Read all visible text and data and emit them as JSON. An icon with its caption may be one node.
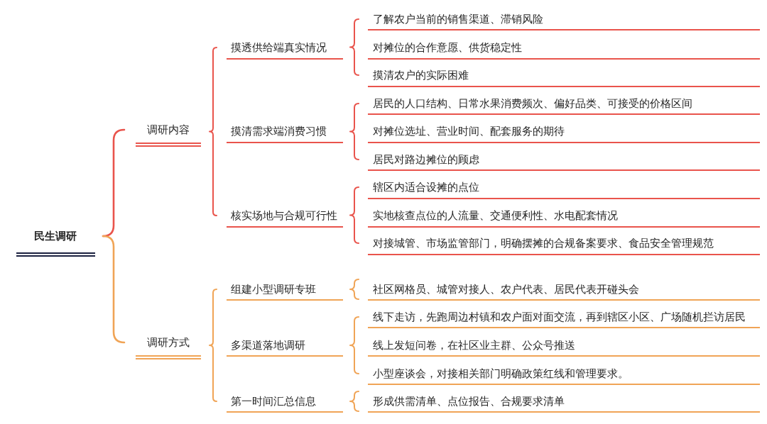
{
  "diagram": {
    "nodes": [
      {
        "text": [
          "民生调研"
        ]
      },
      {
        "text": [
          "调研内容"
        ]
      },
      {
        "text": [
          "摸透供给端真实情况"
        ]
      },
      {
        "text": [
          "了解农户当前的销售渠道、滞销风险"
        ]
      },
      {
        "text": [
          "对摊位的合作意愿、供货稳定性"
        ]
      },
      {
        "text": [
          "摸清农户的实际困难"
        ]
      },
      {
        "text": [
          "摸清需求端消费习惯"
        ]
      },
      {
        "text": [
          "居民的人口结构、日常水果消费频次、偏好品类、可接受的价格区间"
        ]
      },
      {
        "text": [
          "对摊位选址、营业时间、配套服务的期待"
        ]
      },
      {
        "text": [
          "居民对路边摊位的顾虑"
        ]
      },
      {
        "text": [
          "核实场地与合规可行性"
        ]
      },
      {
        "text": [
          "辖区内适合设摊的点位"
        ]
      },
      {
        "text": [
          "实地核查点位的人流量、交通便利性、水电配套情况"
        ]
      },
      {
        "text": [
          "对接城管、市场监管部门，明确摆摊的合规备案要求、食品安全管理规范"
        ]
      },
      {
        "text": [
          "调研方式"
        ]
      },
      {
        "text": [
          "组建小型调研专班"
        ]
      },
      {
        "text": [
          "社区网格员、城管对接人、农户代表、居民代表开碰头会"
        ]
      },
      {
        "text": [
          "多渠道落地调研"
        ]
      },
      {
        "text": [
          "线下走访，先跑周边村镇和农户面对面交流，再到辖区小区、广场随机拦访居民"
        ]
      },
      {
        "text": [
          "线上发短问卷，在社区业主群、公众号推送"
        ]
      },
      {
        "text": [
          "小型座谈会，对接相关部门明确政策红线和管理要求。"
        ]
      },
      {
        "text": [
          "第一时间汇总信息"
        ]
      },
      {
        "text": [
          "形成供需清单、点位报告、合规要求清单"
        ]
      }
    ],
    "edges": [
      {
        "from": 0,
        "to": 1,
        "arrow": "none"
      },
      {
        "from": 0,
        "to": 14,
        "arrow": "none",
        "color": "#f0a456"
      },
      {
        "from": 1,
        "to": 2,
        "arrow": "none"
      },
      {
        "from": 1,
        "to": 6,
        "arrow": "none"
      },
      {
        "from": 1,
        "to": 10,
        "arrow": "none"
      },
      {
        "from": 2,
        "to": 3,
        "arrow": "none"
      },
      {
        "from": 2,
        "to": 4,
        "arrow": "none"
      },
      {
        "from": 2,
        "to": 5,
        "arrow": "none"
      },
      {
        "from": 6,
        "to": 7,
        "arrow": "none"
      },
      {
        "from": 6,
        "to": 8,
        "arrow": "none"
      },
      {
        "from": 6,
        "to": 9,
        "arrow": "none"
      },
      {
        "from": 10,
        "to": 11,
        "arrow": "none"
      },
      {
        "from": 10,
        "to": 12,
        "arrow": "none"
      },
      {
        "from": 10,
        "to": 13,
        "arrow": "none"
      },
      {
        "from": 14,
        "to": 15,
        "arrow": "none",
        "color": "#f0a456"
      },
      {
        "from": 14,
        "to": 17,
        "arrow": "none",
        "color": "#f0a456"
      },
      {
        "from": 14,
        "to": 21,
        "arrow": "none",
        "color": "#f0a456"
      },
      {
        "from": 15,
        "to": 16,
        "arrow": "none",
        "color": "#f0a456"
      },
      {
        "from": 17,
        "to": 18,
        "arrow": "none",
        "color": "#f0a456"
      },
      {
        "from": 17,
        "to": 19,
        "arrow": "none",
        "color": "#f0a456"
      },
      {
        "from": 17,
        "to": 20,
        "arrow": "none",
        "color": "#f0a456"
      },
      {
        "from": 21,
        "to": 22,
        "arrow": "none",
        "color": "#f0a456"
      }
    ]
  }
}
